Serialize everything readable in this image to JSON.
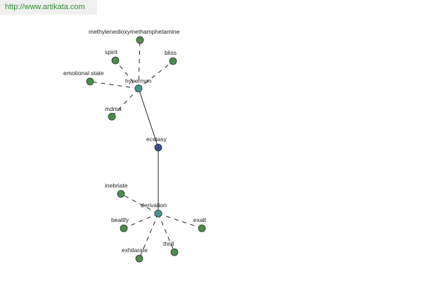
{
  "banner": {
    "url": "http://www.artikata.com"
  },
  "colors": {
    "leaf": "#4e8b4e",
    "hub": "#4f8f8f",
    "center": "#3b4b8a",
    "banner_text": "#2f8f2f"
  },
  "graph": {
    "center": {
      "id": "ecstasy",
      "label": "ecstasy"
    },
    "hubs": [
      {
        "id": "hypernym",
        "label": "hypernym",
        "leaves": [
          {
            "id": "methylenedioxymethamphetamine",
            "label": "methylenedioxymethamphetamine"
          },
          {
            "id": "spirit",
            "label": "spirit"
          },
          {
            "id": "bliss",
            "label": "bliss"
          },
          {
            "id": "emotional-state",
            "label": "emotional state"
          },
          {
            "id": "mdma",
            "label": "mdma"
          }
        ]
      },
      {
        "id": "derivation",
        "label": "derivation",
        "leaves": [
          {
            "id": "inebriate",
            "label": "inebriate"
          },
          {
            "id": "beatify",
            "label": "beatify"
          },
          {
            "id": "exalt",
            "label": "exalt"
          },
          {
            "id": "exhilarate",
            "label": "exhilarate"
          },
          {
            "id": "thrill",
            "label": "thrill"
          }
        ]
      }
    ]
  }
}
